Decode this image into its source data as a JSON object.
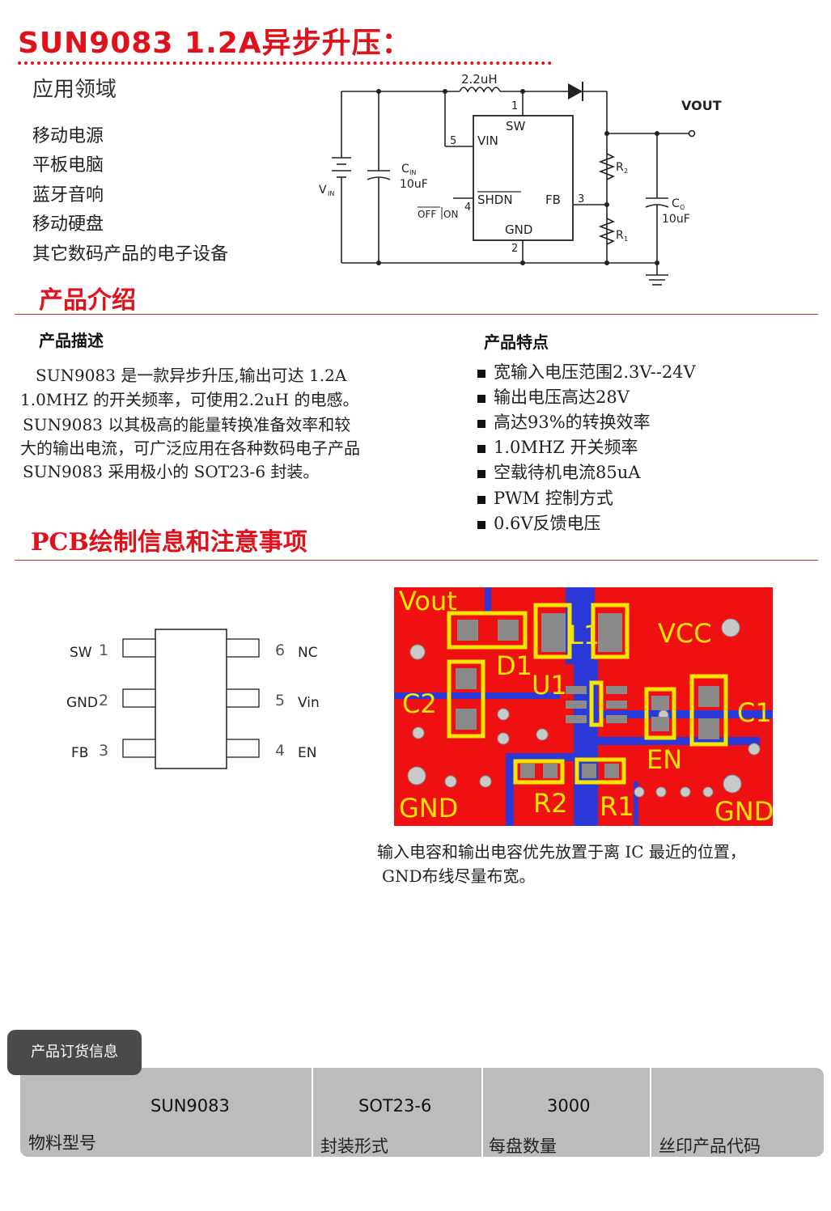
{
  "title": "SUN9083 1.2A异步升压：",
  "applications": {
    "heading": "应用领域",
    "items": [
      "移动电源",
      "平板电脑",
      "蓝牙音响",
      "移动硬盘",
      "其它数码产品的电子设备"
    ]
  },
  "circuit": {
    "inductor": "2.2uH",
    "vout": "VOUT",
    "vin": "V",
    "vin_sub": "IN",
    "cin": "C",
    "cin_sub": "IN",
    "cin_value": "10uF",
    "co": "C",
    "co_sub": "O",
    "co_value": "10uF",
    "r2": "R",
    "r2_sub": "2",
    "r1": "R",
    "r1_sub": "1",
    "pin_sw": "SW",
    "pin_vin": "VIN",
    "pin_shdn": "SHDN",
    "pin_fb": "FB",
    "pin_gnd": "GND",
    "num1": "1",
    "num2": "2",
    "num3": "3",
    "num4": "4",
    "num5": "5",
    "off": "OFF",
    "on": "ON"
  },
  "intro": {
    "title": "产品介绍",
    "desc_heading": "产品描述",
    "desc_lines": [
      "SUN9083 是一款异步升压,输出可达 1.2A",
      "1.0MHZ 的开关频率，可使用2.2uH 的电感。",
      "SUN9083 以其极高的能量转换准备效率和较",
      "大的输出电流，可广泛应用在各种数码电子产品",
      "SUN9083 采用极小的 SOT23-6 封装。"
    ],
    "feat_heading": "产品特点",
    "features": [
      "宽输入电压范围2.3V--24V",
      "输出电压高达28V",
      "高达93%的转换效率",
      "1.0MHZ 开关频率",
      "空载待机电流85uA",
      "PWM 控制方式",
      "0.6V反馈电压"
    ]
  },
  "pcb": {
    "title": "PCB绘制信息和注意事项",
    "pins_left": [
      {
        "name": "SW",
        "num": "1"
      },
      {
        "name": "GND",
        "num": "2"
      },
      {
        "name": "FB",
        "num": "3"
      }
    ],
    "pins_right": [
      {
        "name": "NC",
        "num": "6"
      },
      {
        "name": "Vin",
        "num": "5"
      },
      {
        "name": "EN",
        "num": "4"
      }
    ],
    "labels": {
      "vout": "Vout",
      "vcc": "VCC",
      "l1": "L1",
      "d1": "D1",
      "u1": "U1",
      "c2": "C2",
      "c1": "C1",
      "en": "EN",
      "gnd": "GND",
      "r2": "R2",
      "r1": "R1"
    },
    "note_lines": [
      "输入电容和输出电容优先放置于离 IC 最近的位置，",
      "GND布线尽量布宽。"
    ]
  },
  "order": {
    "tab": "产品订货信息",
    "columns": [
      {
        "value": "SUN9083",
        "label": "物料型号"
      },
      {
        "value": "SOT23-6",
        "label": "封装形式"
      },
      {
        "value": "3000",
        "label": "每盘数量"
      },
      {
        "value": "",
        "label": "丝印产品代码"
      }
    ]
  }
}
